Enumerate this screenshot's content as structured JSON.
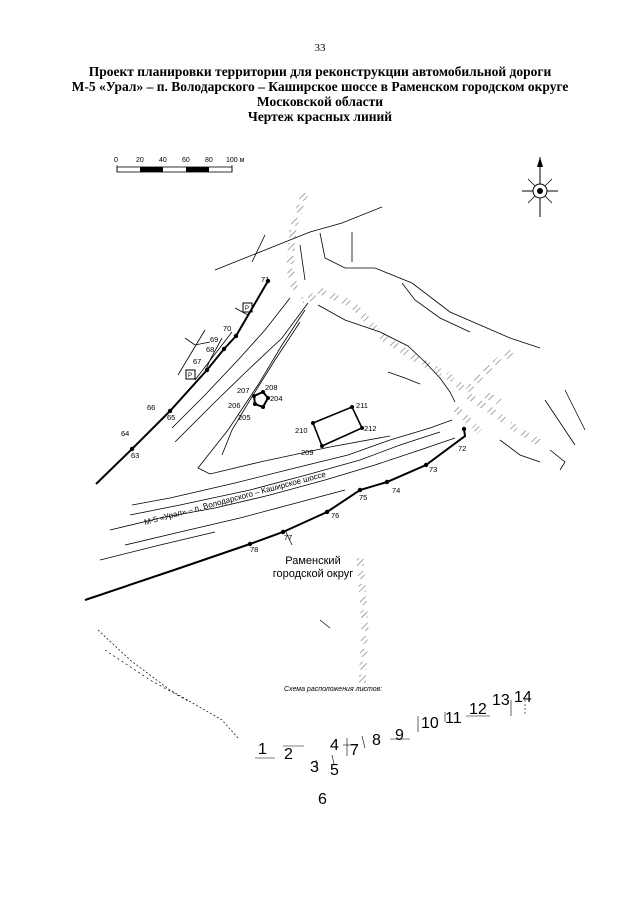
{
  "page_number": "33",
  "title": {
    "line1": "Проект планировки территории для реконструкции автомобильной дороги",
    "line2": "М-5 «Урал» – п. Володарского – Каширское шоссе в Раменском городском округе",
    "line3": "Московской области",
    "line4": "Чертеж красных линий"
  },
  "scale_bar": {
    "labels": [
      "0",
      "20",
      "40",
      "60",
      "80",
      "100 м"
    ]
  },
  "road_label": "М-5 «Урал» – п. Володарского – Каширское шоссе",
  "region_label": {
    "line1": "Раменский",
    "line2": "городской округ"
  },
  "points": {
    "p63": "63",
    "p64": "64",
    "p65": "65",
    "p66": "66",
    "p67": "67",
    "p68": "68",
    "p69": "69",
    "p70": "70",
    "p71": "71",
    "p72": "72",
    "p73": "73",
    "p74": "74",
    "p75": "75",
    "p76": "76",
    "p77": "77",
    "p78": "78",
    "p204": "204",
    "p205": "205",
    "p206": "206",
    "p207": "207",
    "p208": "208",
    "p209": "209",
    "p210": "210",
    "p211": "211",
    "p212": "212"
  },
  "sheet_scheme": {
    "title": "Схема расположения листов:",
    "sheets": [
      "1",
      "2",
      "3",
      "4",
      "5",
      "6",
      "7",
      "8",
      "9",
      "10",
      "11",
      "12",
      "13",
      "14"
    ]
  },
  "colors": {
    "ink": "#000000",
    "paper": "#ffffff",
    "hatch": "#777777"
  }
}
